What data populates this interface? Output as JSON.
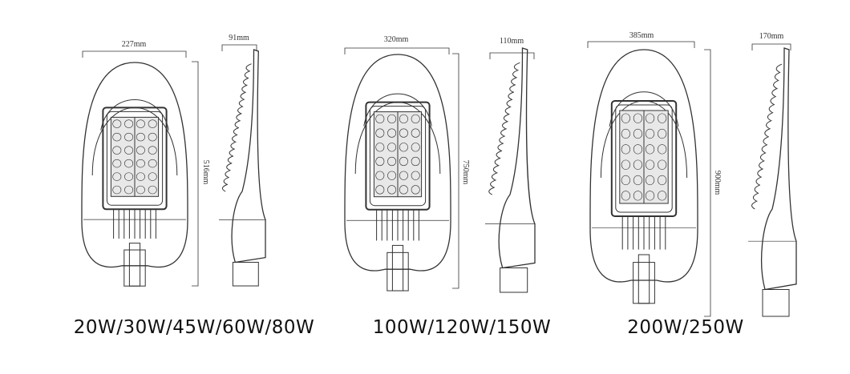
{
  "groups": [
    {
      "caption": "20W/30W/45W/60W/80W",
      "front_width": "227mm",
      "height": "516mm",
      "side_depth": "91mm"
    },
    {
      "caption": "100W/120W/150W",
      "front_width": "320mm",
      "height": "750mm",
      "side_depth": "110mm"
    },
    {
      "caption": "200W/250W",
      "front_width": "385mm",
      "height": "900mm",
      "side_depth": "170mm"
    }
  ],
  "colors": {
    "line": "#333333",
    "background": "#ffffff"
  }
}
